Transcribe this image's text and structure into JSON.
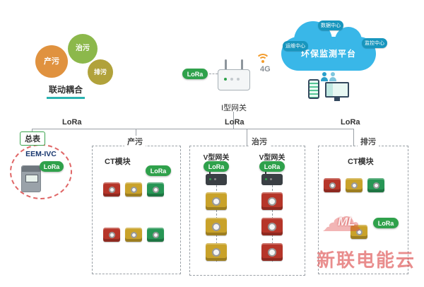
{
  "gears": {
    "caption": "联动耦合",
    "items": [
      {
        "label": "产污",
        "color": "#e0923f"
      },
      {
        "label": "治污",
        "color": "#8cb84b"
      },
      {
        "label": "排污",
        "color": "#b1a23b"
      }
    ]
  },
  "gateway": {
    "label": "I型网关",
    "lora": "LoRa",
    "signal": "4G"
  },
  "cloud": {
    "label": "环保监测平台",
    "color": "#39b7e8",
    "bubbles": [
      "数据中心",
      "运维中心",
      "监控中心"
    ]
  },
  "bus": {
    "labels": [
      "LoRa",
      "LoRa",
      "LoRa"
    ]
  },
  "main_meter": {
    "title": "总表",
    "model": "EEM-IVC",
    "lora": "LoRa"
  },
  "zones": {
    "chanwu": {
      "title": "产污",
      "module": "CT模块",
      "lora": "LoRa",
      "rows": [
        [
          "red",
          "yellow",
          "green"
        ],
        [
          "red",
          "yellow",
          "green"
        ]
      ]
    },
    "zhiwu": {
      "title": "治污",
      "columns": [
        {
          "label": "V型网关",
          "lora": "LoRa",
          "modules": [
            "yellow",
            "yellow",
            "yellow"
          ]
        },
        {
          "label": "V型网关",
          "lora": "LoRa",
          "modules": [
            "red",
            "red",
            "red"
          ]
        }
      ]
    },
    "paiwu": {
      "title": "排污",
      "module": "CT模块",
      "lora": "LoRa",
      "rows": [
        [
          "red",
          "yellow",
          "green"
        ]
      ],
      "extra": [
        "yellow"
      ]
    }
  },
  "watermark": {
    "logo": "ML",
    "text": "新联电能云"
  },
  "colors": {
    "lora_green": "#2fa14b",
    "module_red": "#b63529",
    "module_yellow": "#c9a22a",
    "module_green": "#279655",
    "cloud_blue": "#39b7e8",
    "watermark_red": "#d73030",
    "line_gray": "#9aa0a6"
  }
}
